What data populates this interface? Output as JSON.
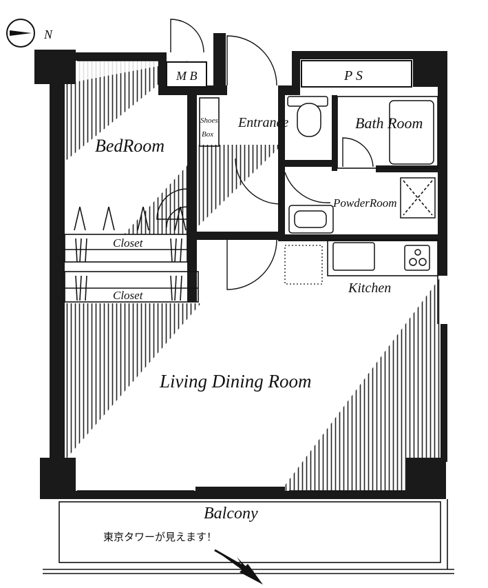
{
  "compass": {
    "label": "N",
    "icon": "compass-icon"
  },
  "rooms": {
    "mb": "M B",
    "ps": "P S",
    "shoes_box_line1": "Shoes",
    "shoes_box_line2": "Box",
    "entrance": "Entrance",
    "bath_room": "Bath Room",
    "bedroom": "BedRoom",
    "powder_room": "PowderRoom",
    "closet_upper": "Closet",
    "closet_lower": "Closet",
    "kitchen": "Kitchen",
    "living_dining_room": "Living Dining Room",
    "balcony": "Balcony"
  },
  "notes": {
    "tokyo_tower": "東京タワーが見えます！"
  },
  "colors": {
    "wall": "#1a1a1a",
    "hatch": "#222222",
    "background": "#ffffff"
  }
}
